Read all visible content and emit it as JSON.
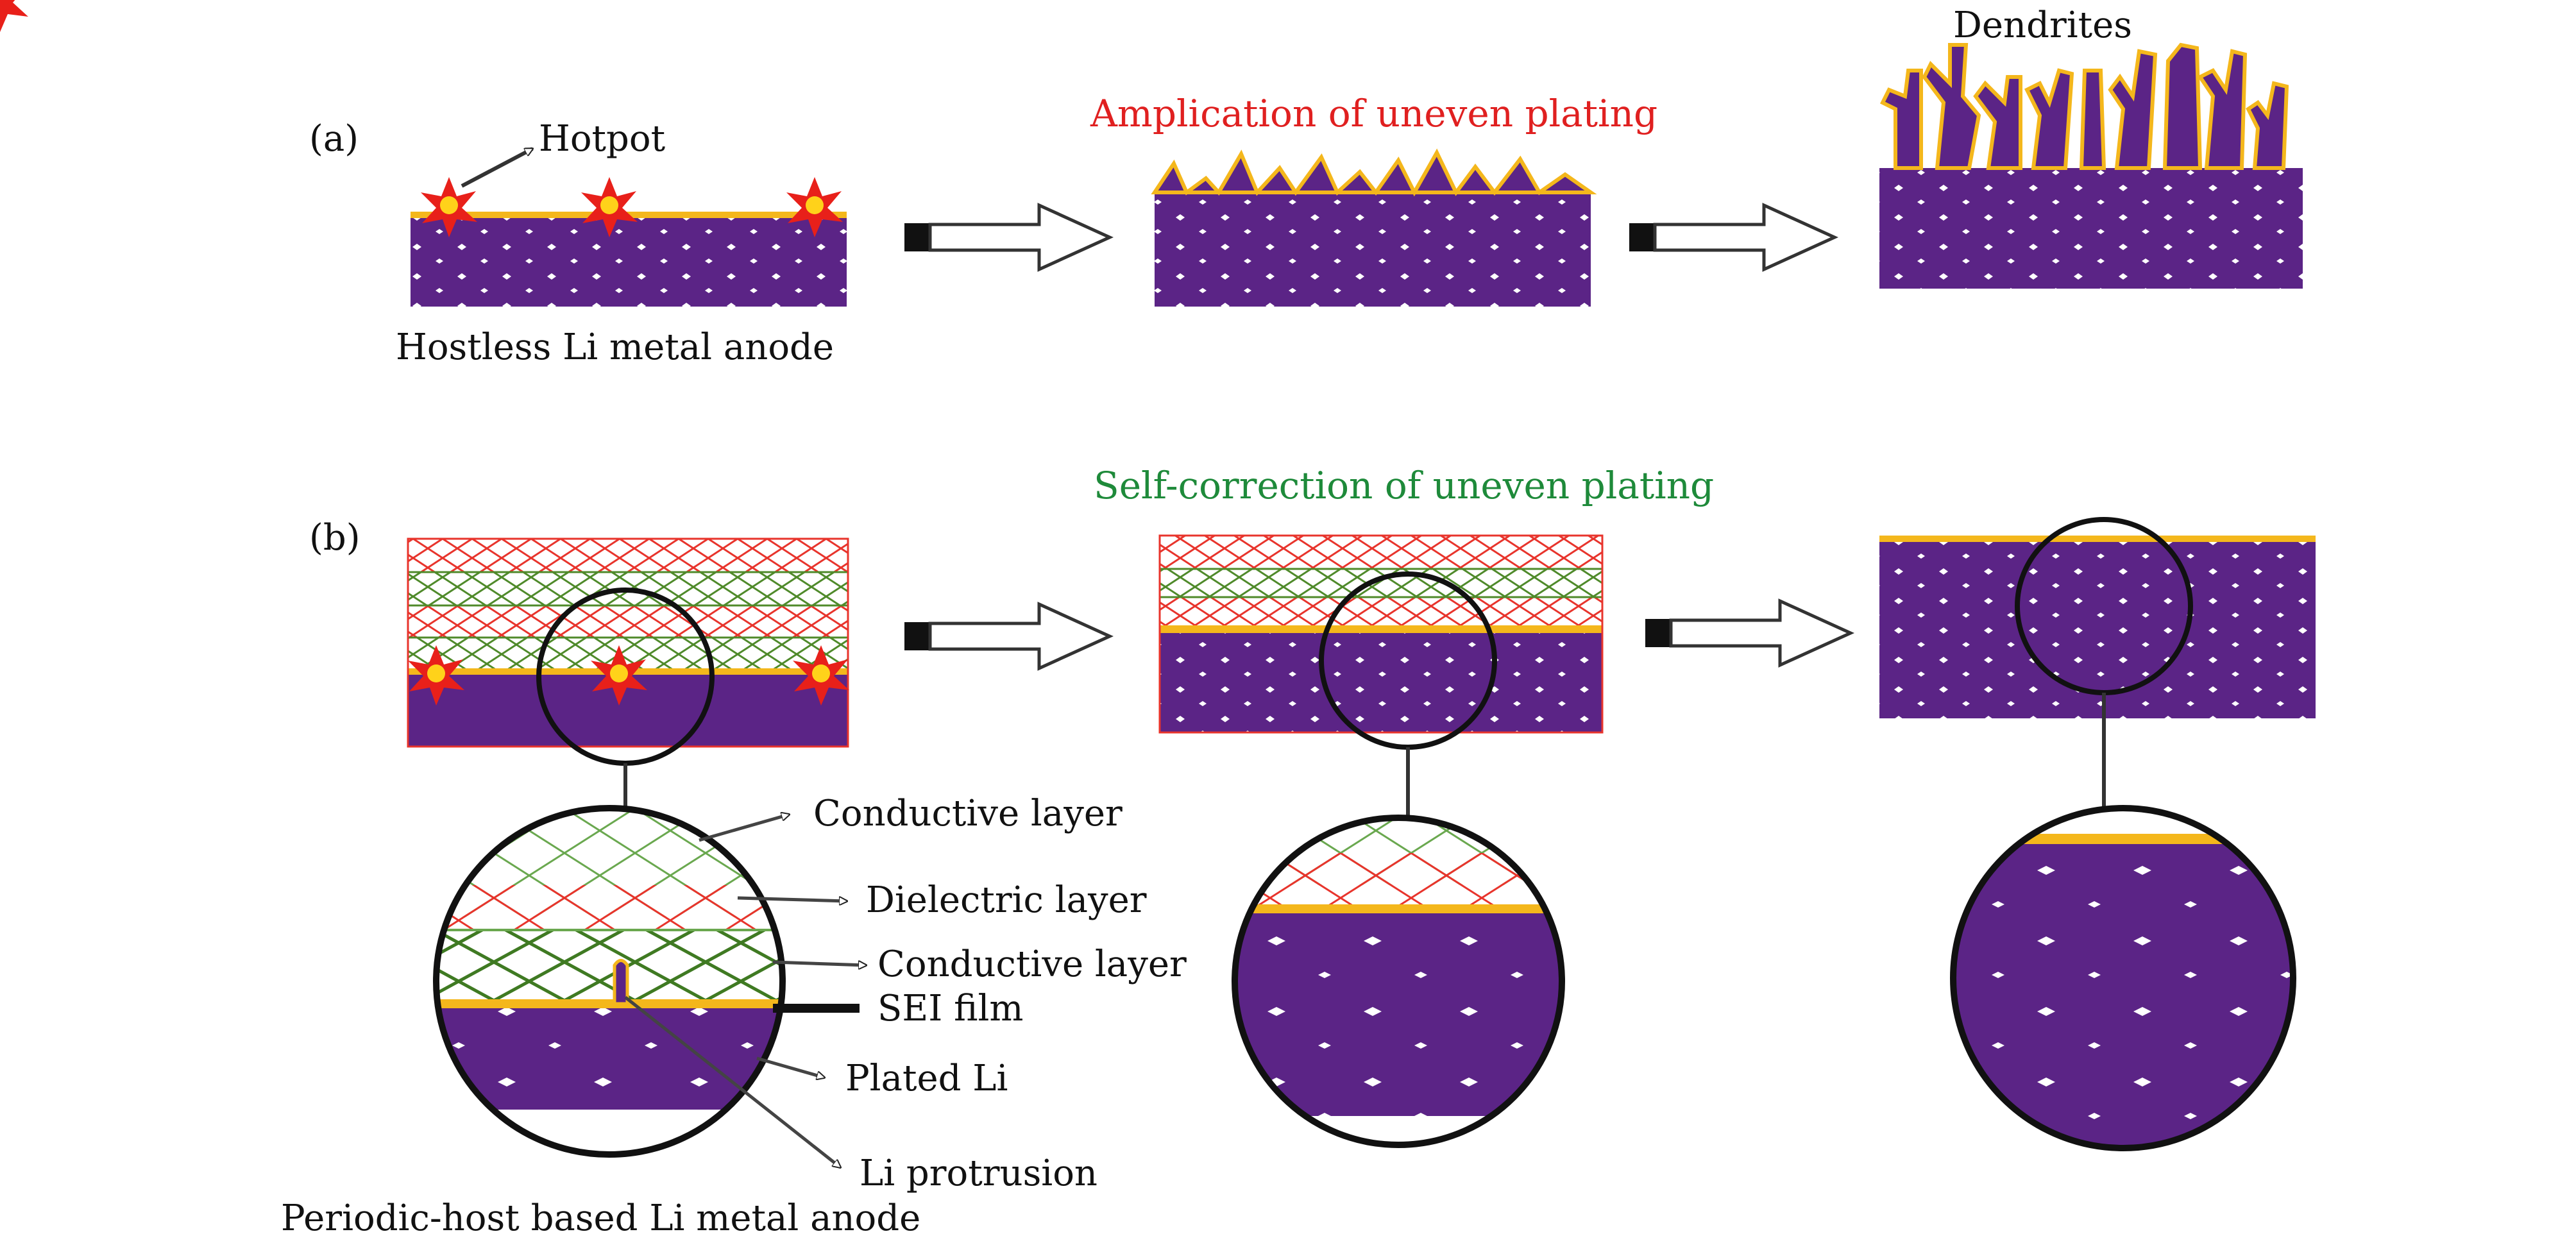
{
  "panel_a": {
    "tag": "(a)",
    "hotpot_label": "Hotpot",
    "stage2_title": "Amplication of uneven plating",
    "dendrites_label": "Dendrites",
    "caption": "Hostless Li metal anode"
  },
  "panel_b": {
    "tag": "(b)",
    "stage2_title": "Self-correction of uneven plating",
    "caption": "Periodic-host based Li metal anode",
    "callouts": {
      "conductive_top": "Conductive layer",
      "dielectric": "Dielectric layer",
      "conductive_bottom": "Conductive layer",
      "sei": "SEI film",
      "plated_li": "Plated Li",
      "protrusion": "Li protrusion"
    }
  },
  "colors": {
    "li_metal": "#5b2486",
    "sei": "#f4b71c",
    "dielectric_mesh": "#e8342c",
    "conductive_mesh": "#4f8a2a",
    "title_red": "#e02020",
    "title_green": "#1e8a3a",
    "hotspot": "#e8201a"
  },
  "icons": [
    "hotspot-burst-icon",
    "process-arrow-icon"
  ]
}
